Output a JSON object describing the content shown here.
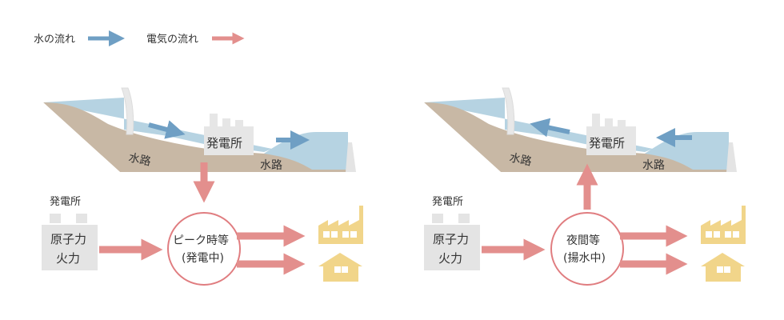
{
  "legend": {
    "water_label": "水の流れ",
    "power_label": "電気の流れ"
  },
  "colors": {
    "water_arrow": "#6f9fc4",
    "power_arrow": "#e38f8d",
    "water": "#b6d3e2",
    "earth": "#c8b8a5",
    "plant_box": "#e4e4e4",
    "house": "#f1d58a",
    "circle_stroke": "#e07d80"
  },
  "left_panel": {
    "waterway_left": "水路",
    "waterway_right": "水路",
    "plant_label": "発電所",
    "other_plant_title": "発電所",
    "other_plant_line1": "原子力",
    "other_plant_line2": "火力",
    "circle_line1": "ピーク時等",
    "circle_line2": "(発電中)"
  },
  "right_panel": {
    "waterway_left": "水路",
    "waterway_right": "水路",
    "plant_label": "発電所",
    "other_plant_title": "発電所",
    "other_plant_line1": "原子力",
    "other_plant_line2": "火力",
    "circle_line1": "夜間等",
    "circle_line2": "(揚水中)"
  },
  "icons": {
    "water_flow_arrow": "right-arrow-icon",
    "power_flow_arrow": "right-arrow-icon",
    "factory": "factory-icon",
    "house": "house-icon"
  }
}
